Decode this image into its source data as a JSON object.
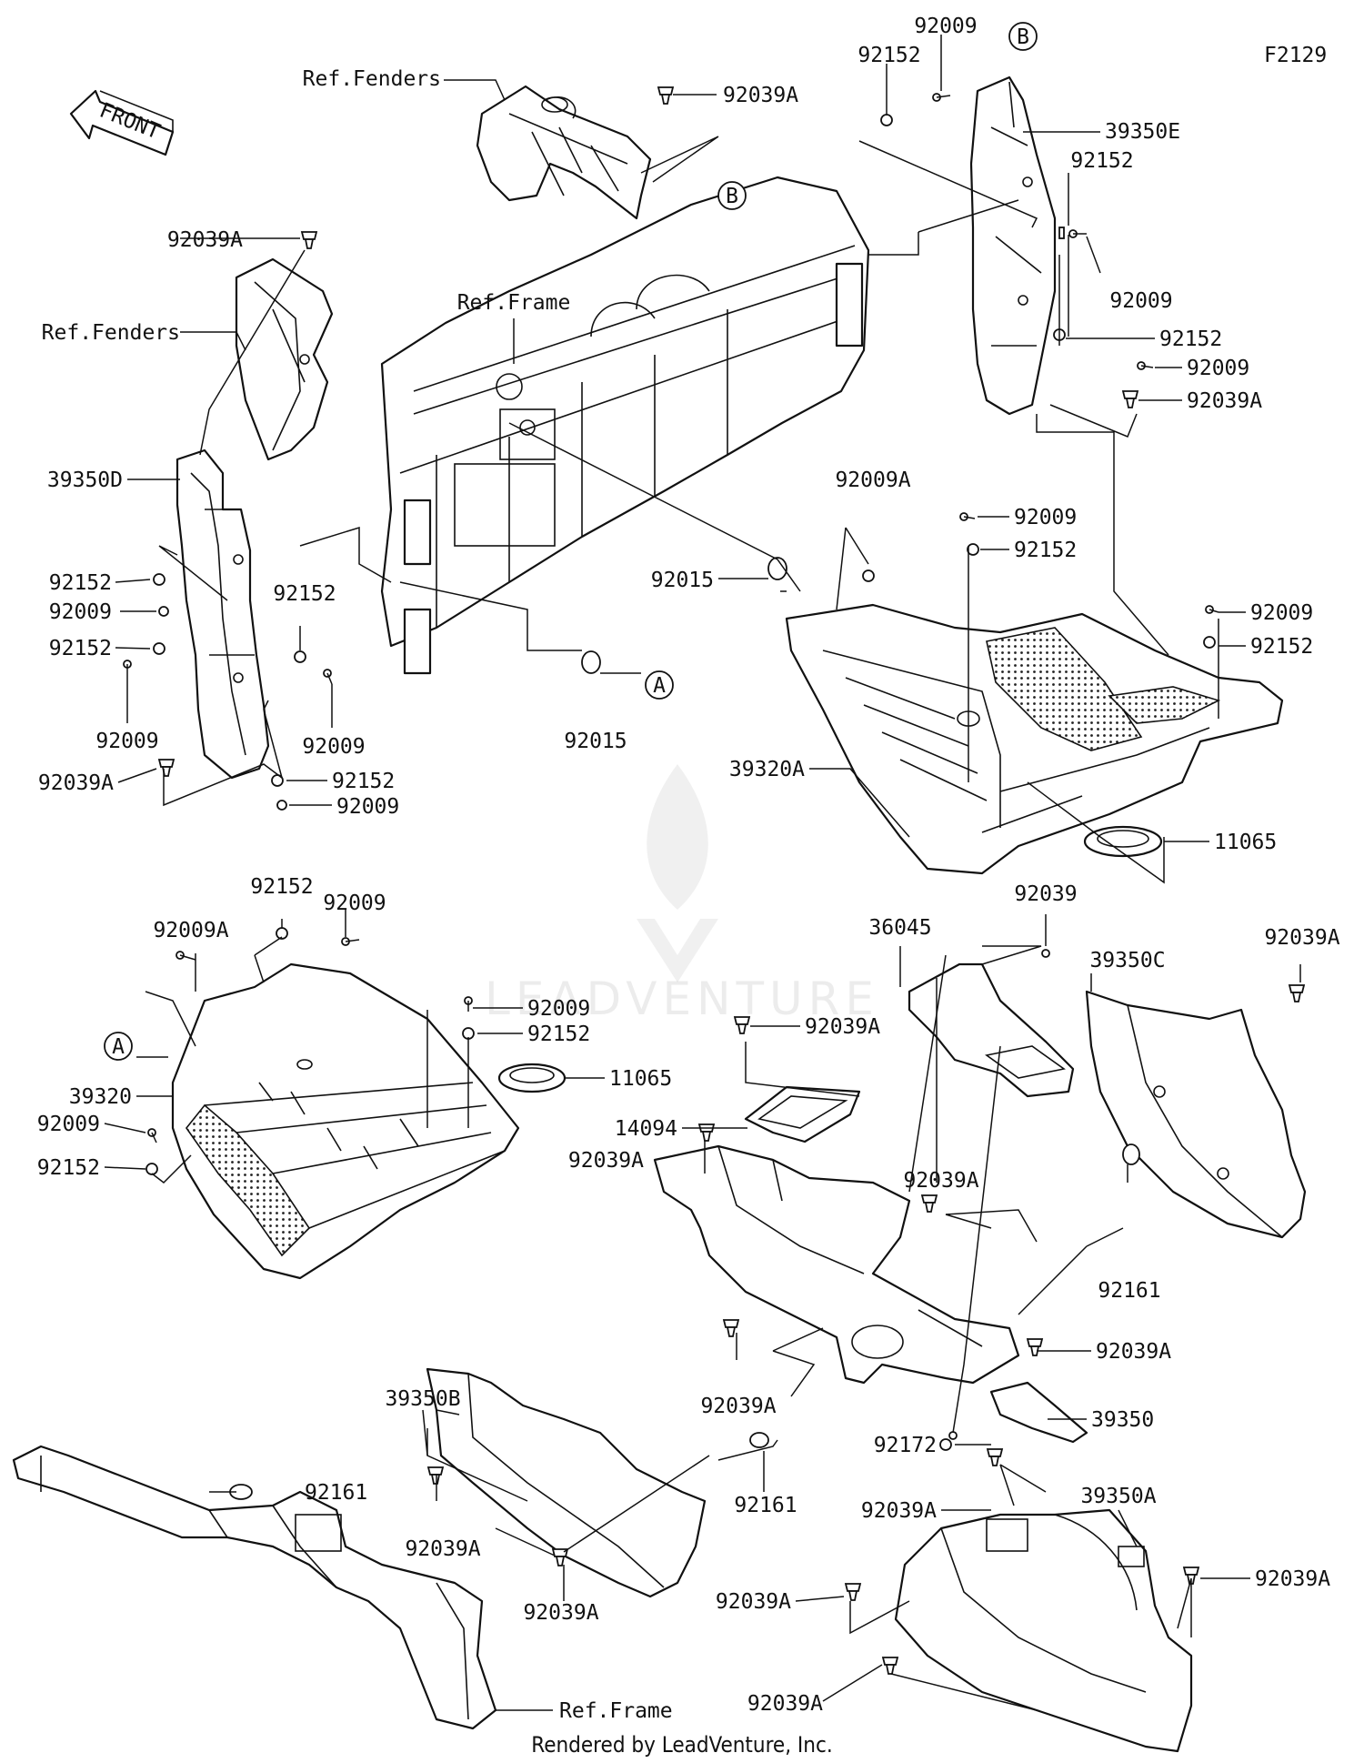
{
  "figure_id": "F2129",
  "front_label": "FRONT",
  "footer": "Rendered by LeadVenture, Inc.",
  "watermark": "LEADVENTURE",
  "callouts": [
    {
      "id": "c1",
      "text": "Ref.Fenders",
      "anchor": "end"
    },
    {
      "id": "c2",
      "text": "92039A",
      "anchor": "start"
    },
    {
      "id": "c3",
      "text": "92009",
      "anchor": "middle"
    },
    {
      "id": "c4",
      "text": "92152",
      "anchor": "middle"
    },
    {
      "id": "c5",
      "text": "39350E",
      "anchor": "start"
    },
    {
      "id": "c6",
      "text": "92152",
      "anchor": "middle"
    },
    {
      "id": "c7",
      "text": "92009",
      "anchor": "middle"
    },
    {
      "id": "c8",
      "text": "92152",
      "anchor": "start"
    },
    {
      "id": "c9",
      "text": "92009",
      "anchor": "start"
    },
    {
      "id": "c10",
      "text": "92039A",
      "anchor": "start"
    },
    {
      "id": "c11",
      "text": "92039A",
      "anchor": "end"
    },
    {
      "id": "c12",
      "text": "Ref.Fenders",
      "anchor": "end"
    },
    {
      "id": "c13",
      "text": "Ref.Frame",
      "anchor": "middle"
    },
    {
      "id": "c14",
      "text": "39350D",
      "anchor": "end"
    },
    {
      "id": "c15",
      "text": "92152",
      "anchor": "end"
    },
    {
      "id": "c16",
      "text": "92009",
      "anchor": "end"
    },
    {
      "id": "c17",
      "text": "92152",
      "anchor": "end"
    },
    {
      "id": "c18",
      "text": "92152",
      "anchor": "middle"
    },
    {
      "id": "c19",
      "text": "92009",
      "anchor": "middle"
    },
    {
      "id": "c20",
      "text": "92009",
      "anchor": "middle"
    },
    {
      "id": "c21",
      "text": "92039A",
      "anchor": "end"
    },
    {
      "id": "c22",
      "text": "92152",
      "anchor": "start"
    },
    {
      "id": "c23",
      "text": "92009",
      "anchor": "start"
    },
    {
      "id": "c24",
      "text": "92015",
      "anchor": "middle"
    },
    {
      "id": "c25",
      "text": "92015",
      "anchor": "end"
    },
    {
      "id": "c26",
      "text": "92009A",
      "anchor": "middle"
    },
    {
      "id": "c27",
      "text": "92009",
      "anchor": "start"
    },
    {
      "id": "c28",
      "text": "92152",
      "anchor": "start"
    },
    {
      "id": "c29",
      "text": "92009",
      "anchor": "start"
    },
    {
      "id": "c30",
      "text": "92152",
      "anchor": "start"
    },
    {
      "id": "c31",
      "text": "39320A",
      "anchor": "end"
    },
    {
      "id": "c32",
      "text": "11065",
      "anchor": "start"
    },
    {
      "id": "c33",
      "text": "92009A",
      "anchor": "middle"
    },
    {
      "id": "c34",
      "text": "92152",
      "anchor": "middle"
    },
    {
      "id": "c35",
      "text": "92009",
      "anchor": "middle"
    },
    {
      "id": "c36",
      "text": "92009",
      "anchor": "start"
    },
    {
      "id": "c37",
      "text": "92152",
      "anchor": "start"
    },
    {
      "id": "c38",
      "text": "11065",
      "anchor": "start"
    },
    {
      "id": "c39",
      "text": "39320",
      "anchor": "end"
    },
    {
      "id": "c40",
      "text": "92009",
      "anchor": "end"
    },
    {
      "id": "c41",
      "text": "92152",
      "anchor": "end"
    },
    {
      "id": "c42",
      "text": "92039",
      "anchor": "middle"
    },
    {
      "id": "c43",
      "text": "36045",
      "anchor": "middle"
    },
    {
      "id": "c44",
      "text": "39350C",
      "anchor": "middle"
    },
    {
      "id": "c45",
      "text": "92039A",
      "anchor": "middle"
    },
    {
      "id": "c46",
      "text": "92039A",
      "anchor": "start"
    },
    {
      "id": "c47",
      "text": "14094",
      "anchor": "end"
    },
    {
      "id": "c48",
      "text": "92039A",
      "anchor": "end"
    },
    {
      "id": "c49",
      "text": "92039A",
      "anchor": "middle"
    },
    {
      "id": "c50",
      "text": "92161",
      "anchor": "middle"
    },
    {
      "id": "c51",
      "text": "92039A",
      "anchor": "middle"
    },
    {
      "id": "c52",
      "text": "92039A",
      "anchor": "start"
    },
    {
      "id": "c53",
      "text": "39350",
      "anchor": "start"
    },
    {
      "id": "c54",
      "text": "92172",
      "anchor": "end"
    },
    {
      "id": "c55",
      "text": "39350B",
      "anchor": "middle"
    },
    {
      "id": "c56",
      "text": "92161",
      "anchor": "middle"
    },
    {
      "id": "c57",
      "text": "92161",
      "anchor": "start"
    },
    {
      "id": "c58",
      "text": "92039A",
      "anchor": "middle"
    },
    {
      "id": "c59",
      "text": "92039A",
      "anchor": "middle"
    },
    {
      "id": "c60",
      "text": "92039A",
      "anchor": "end"
    },
    {
      "id": "c61",
      "text": "39350A",
      "anchor": "middle"
    },
    {
      "id": "c62",
      "text": "92039A",
      "anchor": "start"
    },
    {
      "id": "c63",
      "text": "92039A",
      "anchor": "end"
    },
    {
      "id": "c64",
      "text": "92039A",
      "anchor": "end"
    },
    {
      "id": "c65",
      "text": "Ref.Frame",
      "anchor": "start"
    }
  ],
  "markers": [
    {
      "id": "m1",
      "letter": "B"
    },
    {
      "id": "m2",
      "letter": "B"
    },
    {
      "id": "m3",
      "letter": "A"
    },
    {
      "id": "m4",
      "letter": "A"
    }
  ]
}
